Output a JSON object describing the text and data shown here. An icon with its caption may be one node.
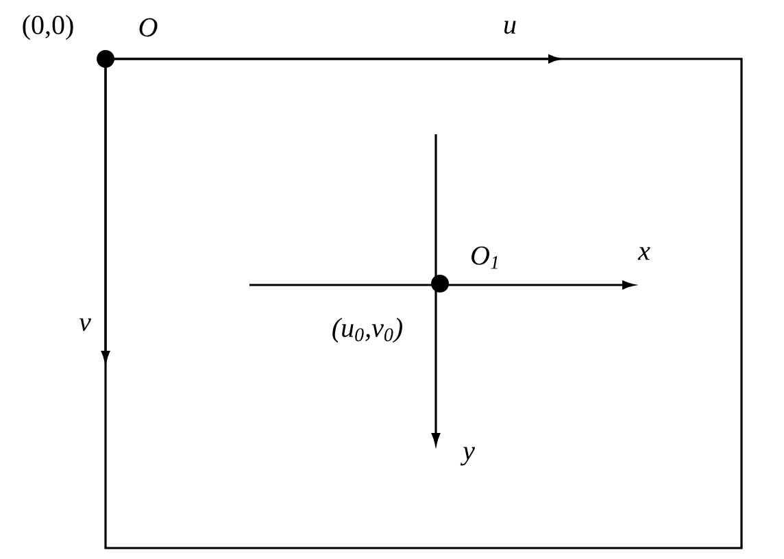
{
  "diagram": {
    "labels": [
      "(0,0)",
      "O",
      "u",
      "v",
      "O$_{1}$",
      "x",
      "(u$_{0}$,v$_{0}$)",
      "y"
    ]
  }
}
